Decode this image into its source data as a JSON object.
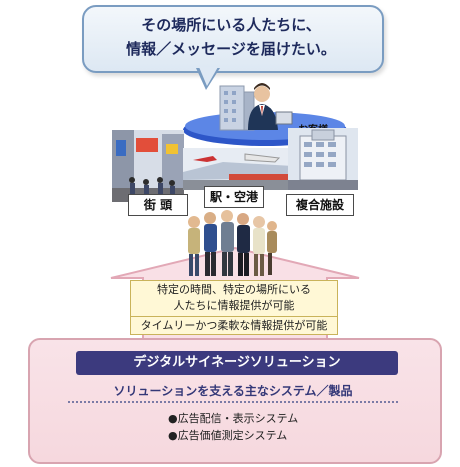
{
  "bubble": {
    "line1": "その場所にいる人たちに、",
    "line2": "情報／メッセージを届けたい。"
  },
  "customer_label": "お客様",
  "locations": [
    "街 頭",
    "駅・空港",
    "複合施設"
  ],
  "yellow": {
    "line1": "特定の時間、特定の場所にいる",
    "line2": "人たちに情報提供が可能",
    "line3": "タイムリーかつ柔軟な情報提供が可能"
  },
  "solution_title": "デジタルサイネージソリューション",
  "systems_title": "ソリューションを支える主なシステム／製品",
  "systems": [
    "●広告配信・表示システム",
    "●広告価値測定システム"
  ],
  "colors": {
    "bubble_border": "#7a9cc1",
    "navy": "#3c3a7e",
    "pink_panel": "#f6d8de",
    "yellow_box": "#fff8d6"
  }
}
